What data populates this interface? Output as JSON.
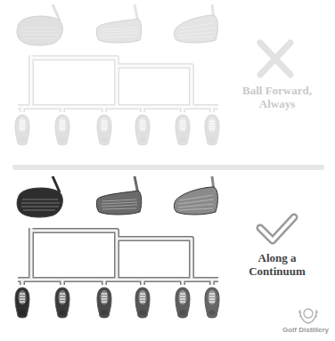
{
  "diagram": {
    "labels": [
      "Ball Forward, Always",
      "Along a Continuum",
      "Golf Distillery"
    ]
  }
}
